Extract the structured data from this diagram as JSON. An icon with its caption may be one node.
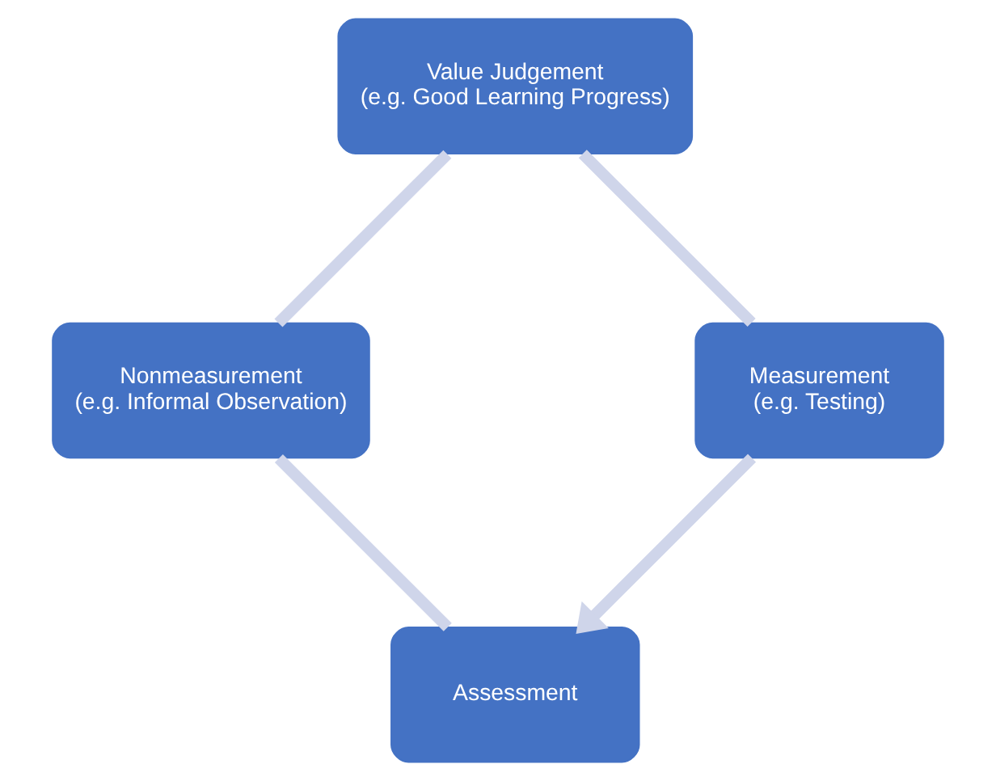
{
  "diagram": {
    "nodes": [
      {
        "text": [
          "Assessment"
        ]
      },
      {
        "text": [
          "Nonmeasurement",
          "(e.g. Informal Observation)"
        ]
      },
      {
        "text": [
          "Value Judgement",
          "(e.g. Good Learning Progress)"
        ]
      },
      {
        "text": [
          "Measurement",
          "(e.g. Testing)"
        ]
      }
    ],
    "edges": [
      {
        "from": 0,
        "to": 1,
        "arrow": "none"
      },
      {
        "from": 1,
        "to": 2,
        "arrow": "none"
      },
      {
        "from": 2,
        "to": 3,
        "arrow": "none"
      },
      {
        "from": 3,
        "to": 0,
        "arrow": "to"
      }
    ]
  }
}
